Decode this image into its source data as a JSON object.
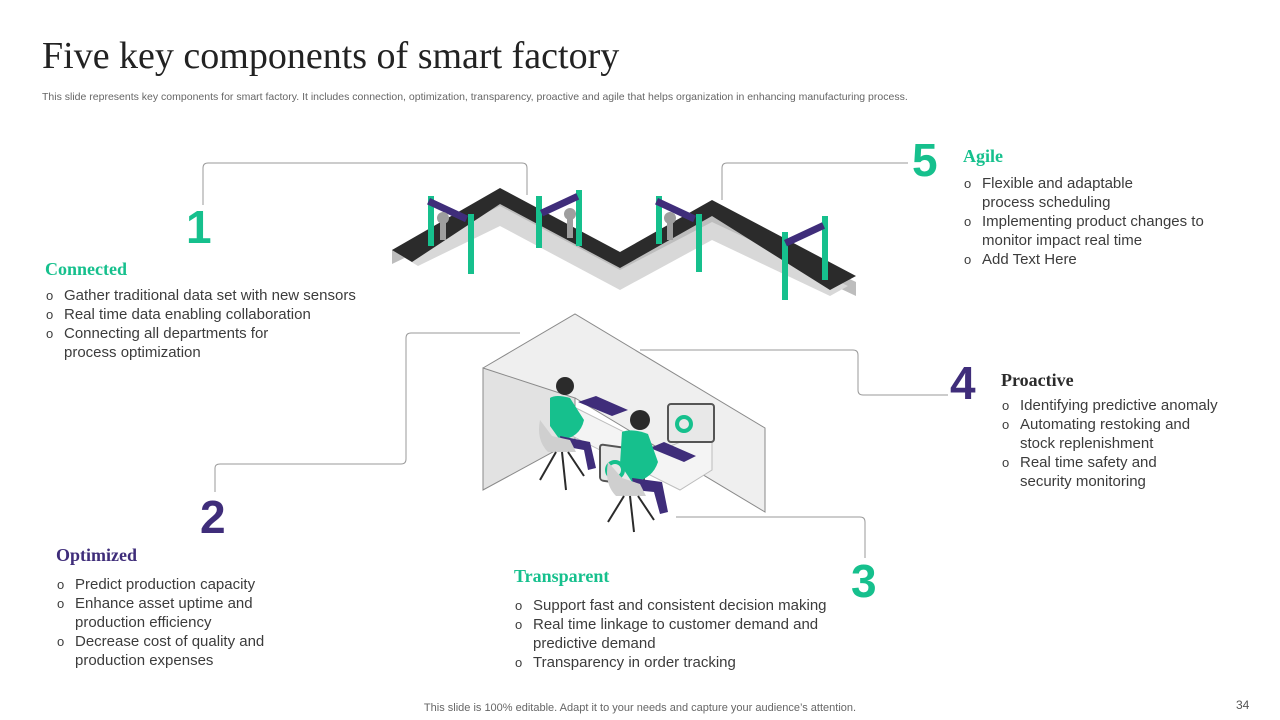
{
  "title": "Five key components of smart factory",
  "subtitle": "This slide represents key components for smart factory. It includes connection, optimization, transparency, proactive and agile that helps organization in enhancing manufacturing process.",
  "colors": {
    "green": "#16c08d",
    "purple": "#3f2d7a"
  },
  "components": [
    {
      "number": "1",
      "heading": "Connected",
      "items": [
        "Gather traditional data set with new sensors",
        "Real time data enabling collaboration",
        "Connecting all departments for process optimization"
      ]
    },
    {
      "number": "2",
      "heading": "Optimized",
      "items": [
        "Predict production capacity",
        "Enhance asset uptime and production efficiency",
        "Decrease cost of quality and production expenses"
      ]
    },
    {
      "number": "3",
      "heading": "Transparent",
      "items": [
        "Support fast and consistent decision making",
        "Real time linkage to customer demand and predictive demand",
        "Transparency  in order tracking"
      ]
    },
    {
      "number": "4",
      "heading": "Proactive",
      "items": [
        "Identifying predictive anomaly",
        "Automating restoking and stock replenishment",
        "Real time safety and security monitoring"
      ]
    },
    {
      "number": "5",
      "heading": "Agile",
      "items": [
        "Flexible and adaptable process scheduling",
        "Implementing product changes to monitor impact real time",
        "Add Text Here"
      ]
    }
  ],
  "footer": "This slide is 100% editable. Adapt it to your needs and capture your audience’s attention.",
  "page_number": "34"
}
